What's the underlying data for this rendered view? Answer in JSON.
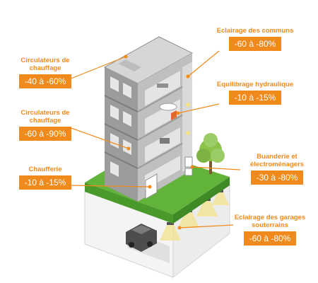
{
  "callouts": [
    {
      "title": "Circulateurs de chauffage",
      "value": "-40 à -60%"
    },
    {
      "title": "Circulateurs de chauffage",
      "value": "-60 à -90%"
    },
    {
      "title": "Chaufferie",
      "value": "-10 à -15%"
    },
    {
      "title": "Eclairage des communs",
      "value": "-60 à -80%"
    },
    {
      "title": "Equilibrage hydraulique",
      "value": "-10 à -15%"
    },
    {
      "title": "Buanderie et électroménagers",
      "value": "-30 à -80%"
    },
    {
      "title": "Eclairage des garages souterrains",
      "value": "-60 à -80%"
    }
  ],
  "colors": {
    "accent": "#f08a1c",
    "grass": "#62b33a",
    "building": "#9a9a9a"
  }
}
